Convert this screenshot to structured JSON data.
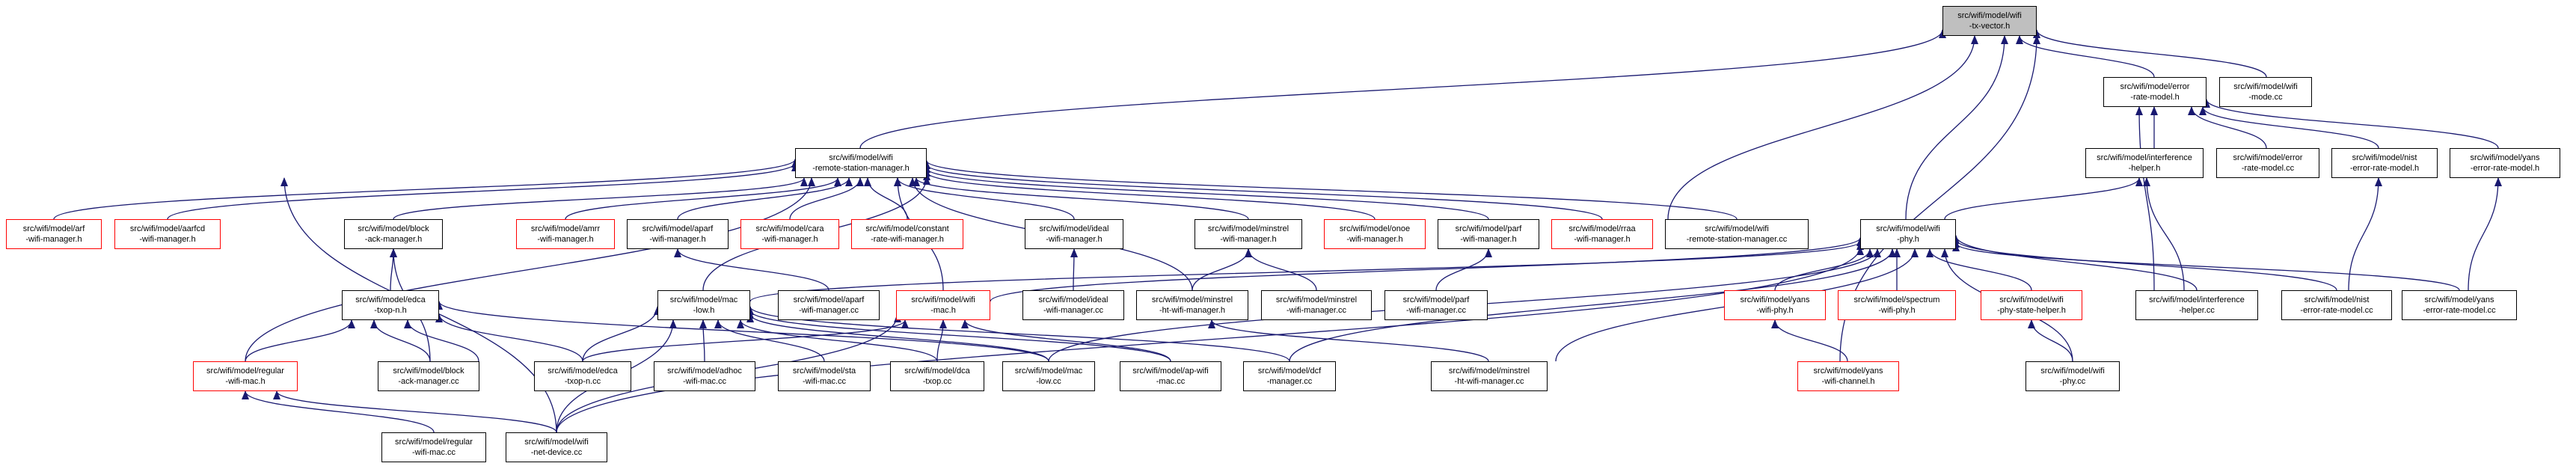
{
  "colors": {
    "edge": "#191970",
    "border_ok": "#000000",
    "border_missing": "#ff0000",
    "root_fill": "#bfbfbf"
  },
  "nodes": {
    "root": {
      "l1": "src/wifi/model/wifi",
      "l2": "-tx-vector.h"
    },
    "rsm_h": {
      "l1": "src/wifi/model/wifi",
      "l2": "-remote-station-manager.h"
    },
    "error_rate_h": {
      "l1": "src/wifi/model/error",
      "l2": "-rate-model.h"
    },
    "wifi_mode_cc": {
      "l1": "src/wifi/model/wifi",
      "l2": "-mode.cc"
    },
    "interf_helper_h": {
      "l1": "src/wifi/model/interference",
      "l2": "-helper.h"
    },
    "error_rate_cc": {
      "l1": "src/wifi/model/error",
      "l2": "-rate-model.cc"
    },
    "nist_h": {
      "l1": "src/wifi/model/nist",
      "l2": "-error-rate-model.h"
    },
    "yans_err_h": {
      "l1": "src/wifi/model/yans",
      "l2": "-error-rate-model.h"
    },
    "wifi_phy_h": {
      "l1": "src/wifi/model/wifi",
      "l2": "-phy.h"
    },
    "arf": {
      "l1": "src/wifi/model/arf",
      "l2": "-wifi-manager.h"
    },
    "aarfcd": {
      "l1": "src/wifi/model/aarfcd",
      "l2": "-wifi-manager.h"
    },
    "block_ack_h": {
      "l1": "src/wifi/model/block",
      "l2": "-ack-manager.h"
    },
    "amrr": {
      "l1": "src/wifi/model/amrr",
      "l2": "-wifi-manager.h"
    },
    "aparf_h": {
      "l1": "src/wifi/model/aparf",
      "l2": "-wifi-manager.h"
    },
    "cara": {
      "l1": "src/wifi/model/cara",
      "l2": "-wifi-manager.h"
    },
    "constant": {
      "l1": "src/wifi/model/constant",
      "l2": "-rate-wifi-manager.h"
    },
    "ideal_h": {
      "l1": "src/wifi/model/ideal",
      "l2": "-wifi-manager.h"
    },
    "minstrel_h": {
      "l1": "src/wifi/model/minstrel",
      "l2": "-wifi-manager.h"
    },
    "onoe": {
      "l1": "src/wifi/model/onoe",
      "l2": "-wifi-manager.h"
    },
    "parf_h": {
      "l1": "src/wifi/model/parf",
      "l2": "-wifi-manager.h"
    },
    "rraa": {
      "l1": "src/wifi/model/rraa",
      "l2": "-wifi-manager.h"
    },
    "rsm_cc": {
      "l1": "src/wifi/model/wifi",
      "l2": "-remote-station-manager.cc"
    },
    "edca_h": {
      "l1": "src/wifi/model/edca",
      "l2": "-txop-n.h"
    },
    "mac_low_h": {
      "l1": "src/wifi/model/mac",
      "l2": "-low.h"
    },
    "aparf_cc": {
      "l1": "src/wifi/model/aparf",
      "l2": "-wifi-manager.cc"
    },
    "wifi_mac_h": {
      "l1": "src/wifi/model/wifi",
      "l2": "-mac.h"
    },
    "ideal_cc": {
      "l1": "src/wifi/model/ideal",
      "l2": "-wifi-manager.cc"
    },
    "minstrel_ht_h": {
      "l1": "src/wifi/model/minstrel",
      "l2": "-ht-wifi-manager.h"
    },
    "minstrel_cc": {
      "l1": "src/wifi/model/minstrel",
      "l2": "-wifi-manager.cc"
    },
    "parf_cc": {
      "l1": "src/wifi/model/parf",
      "l2": "-wifi-manager.cc"
    },
    "yans_phy_h": {
      "l1": "src/wifi/model/yans",
      "l2": "-wifi-phy.h"
    },
    "spectrum_phy_h": {
      "l1": "src/wifi/model/spectrum",
      "l2": "-wifi-phy.h"
    },
    "state_helper_h": {
      "l1": "src/wifi/model/wifi",
      "l2": "-phy-state-helper.h"
    },
    "interf_helper_cc": {
      "l1": "src/wifi/model/interference",
      "l2": "-helper.cc"
    },
    "nist_cc": {
      "l1": "src/wifi/model/nist",
      "l2": "-error-rate-model.cc"
    },
    "yans_err_cc": {
      "l1": "src/wifi/model/yans",
      "l2": "-error-rate-model.cc"
    },
    "regular_h": {
      "l1": "src/wifi/model/regular",
      "l2": "-wifi-mac.h"
    },
    "block_ack_cc": {
      "l1": "src/wifi/model/block",
      "l2": "-ack-manager.cc"
    },
    "edca_cc": {
      "l1": "src/wifi/model/edca",
      "l2": "-txop-n.cc"
    },
    "adhoc_cc": {
      "l1": "src/wifi/model/adhoc",
      "l2": "-wifi-mac.cc"
    },
    "sta_cc": {
      "l1": "src/wifi/model/sta",
      "l2": "-wifi-mac.cc"
    },
    "dca_cc": {
      "l1": "src/wifi/model/dca",
      "l2": "-txop.cc"
    },
    "mac_low_cc": {
      "l1": "src/wifi/model/mac",
      "l2": "-low.cc"
    },
    "ap_cc": {
      "l1": "src/wifi/model/ap-wifi",
      "l2": "-mac.cc"
    },
    "dcf_cc": {
      "l1": "src/wifi/model/dcf",
      "l2": "-manager.cc"
    },
    "minstrel_ht_cc": {
      "l1": "src/wifi/model/minstrel",
      "l2": "-ht-wifi-manager.cc"
    },
    "yans_channel_h": {
      "l1": "src/wifi/model/yans",
      "l2": "-wifi-channel.h"
    },
    "wifi_phy_cc": {
      "l1": "src/wifi/model/wifi",
      "l2": "-phy.cc"
    },
    "regular_cc": {
      "l1": "src/wifi/model/regular",
      "l2": "-wifi-mac.cc"
    },
    "net_device_cc": {
      "l1": "src/wifi/model/wifi",
      "l2": "-net-device.cc"
    }
  }
}
